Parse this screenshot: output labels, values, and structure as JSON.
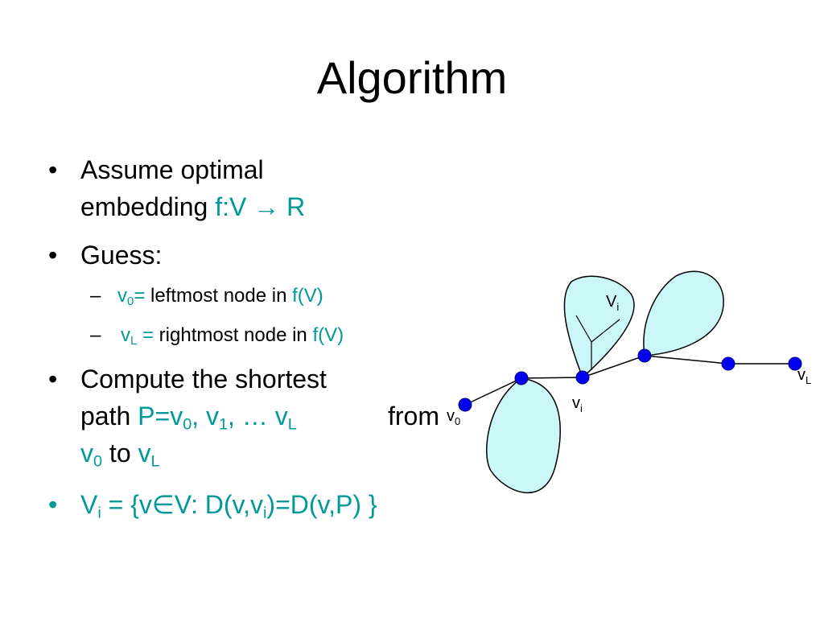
{
  "title": "Algorithm",
  "bullet_symbol": "•",
  "dash_symbol": "–",
  "bullets": {
    "assume": {
      "line1": "Assume optimal",
      "line2_prefix": "embedding ",
      "line2_math": "f:V → R"
    },
    "guess": {
      "text": "Guess:"
    },
    "sub1": {
      "var": "v",
      "sub": "0",
      "eq": "=",
      "text": " leftmost node in ",
      "math": "f(V)"
    },
    "sub2": {
      "var": "v",
      "sub": "L",
      "eq": " =",
      "text": " rightmost node in ",
      "math": "f(V)"
    },
    "compute": {
      "line1": "Compute the shortest",
      "line2_prefix": "path ",
      "p_label": "P=v",
      "sub0": "0",
      "comma1": ", v",
      "sub1": "1",
      "ellipsis": ", … v",
      "subL": "L",
      "from": "from",
      "line3_v": "v",
      "line3_sub0": "0",
      "line3_to": " to ",
      "line3_v2": "v",
      "line3_subL": "L"
    },
    "vi_def": {
      "V": "V",
      "sub_i": "i",
      "eq": " = {v",
      "elem": "∈",
      "rest1": "V: D(v,v",
      "sub_i2": "i",
      "rest2": ")=D(v,P) }"
    }
  },
  "diagram": {
    "colors": {
      "node_fill": "#0000ee",
      "node_stroke": "#000080",
      "region_fill": "#ccf7f9",
      "edge": "#000000"
    },
    "labels": {
      "Vi": {
        "main": "V",
        "sub": "i"
      },
      "vi": {
        "main": "v",
        "sub": "i"
      },
      "vL": {
        "main": "v",
        "sub": "L"
      },
      "v0": {
        "main": "v",
        "sub": "0"
      }
    }
  }
}
